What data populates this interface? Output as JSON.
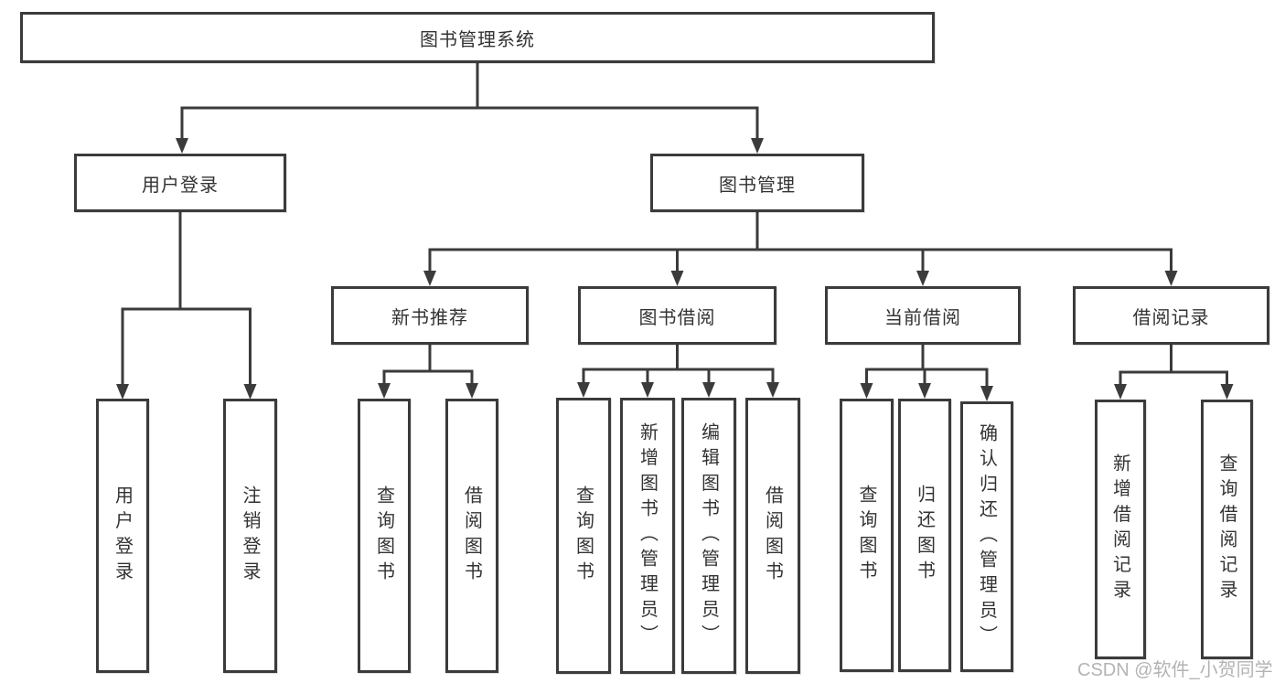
{
  "diagram": {
    "root": {
      "label": "图书管理系统"
    },
    "level2": [
      {
        "label": "用户登录"
      },
      {
        "label": "图书管理"
      }
    ],
    "level3": [
      {
        "label": "新书推荐"
      },
      {
        "label": "图书借阅"
      },
      {
        "label": "当前借阅"
      },
      {
        "label": "借阅记录"
      }
    ],
    "leaves": {
      "user": [
        "用户登录",
        "注销登录"
      ],
      "newbook": [
        "查询图书",
        "借阅图书"
      ],
      "borrow": [
        "查询图书",
        "新增图书（管理员）",
        "编辑图书（管理员）",
        "借阅图书"
      ],
      "current": [
        "查询图书",
        "归还图书",
        "确认归还（管理员）"
      ],
      "records": [
        "新增借阅记录",
        "查询借阅记录"
      ]
    },
    "colors": {
      "line": "#3b3b3b",
      "box_border": "#3b3b3b",
      "text": "#333333",
      "background": "#ffffff",
      "watermark": "#b3b3b3"
    }
  },
  "watermark": {
    "text": "CSDN @软件_小贺同学"
  }
}
